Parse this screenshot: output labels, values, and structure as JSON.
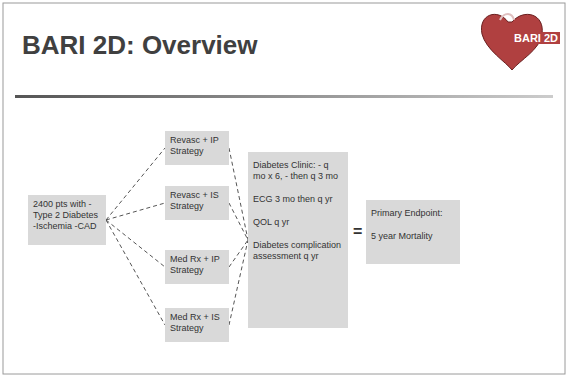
{
  "diagram": {
    "title": "BARI 2D: Overview",
    "nodes": [
      {
        "text": [
          "2400 pts with -Type 2 Diabetes -Ischemia -CAD"
        ]
      },
      {
        "text": [
          "Revasc + IP Strategy"
        ]
      },
      {
        "text": [
          "Revasc + IS Strategy"
        ]
      },
      {
        "text": [
          "Med Rx + IP Strategy"
        ]
      },
      {
        "text": [
          "Med Rx + IS Strategy"
        ]
      },
      {
        "text": [
          "Diabetes Clinic: - q mo x 6, - then q 3 mo",
          "ECG 3 mo then q yr",
          "QOL q yr",
          "Diabetes complication assessment q yr"
        ]
      },
      {
        "text": [
          "Primary Endpoint:",
          "5 year Mortality"
        ]
      }
    ],
    "edges": [
      {
        "from": 0,
        "to": 1,
        "arrow": "none"
      },
      {
        "from": 0,
        "to": 2,
        "arrow": "none"
      },
      {
        "from": 0,
        "to": 3,
        "arrow": "none"
      },
      {
        "from": 0,
        "to": 4,
        "arrow": "none"
      },
      {
        "from": 1,
        "to": 5,
        "arrow": "none"
      },
      {
        "from": 2,
        "to": 5,
        "arrow": "none"
      },
      {
        "from": 3,
        "to": 5,
        "arrow": "none"
      },
      {
        "from": 4,
        "to": 5,
        "arrow": "none"
      }
    ],
    "labels": [
      "BARI 2D",
      "="
    ]
  }
}
